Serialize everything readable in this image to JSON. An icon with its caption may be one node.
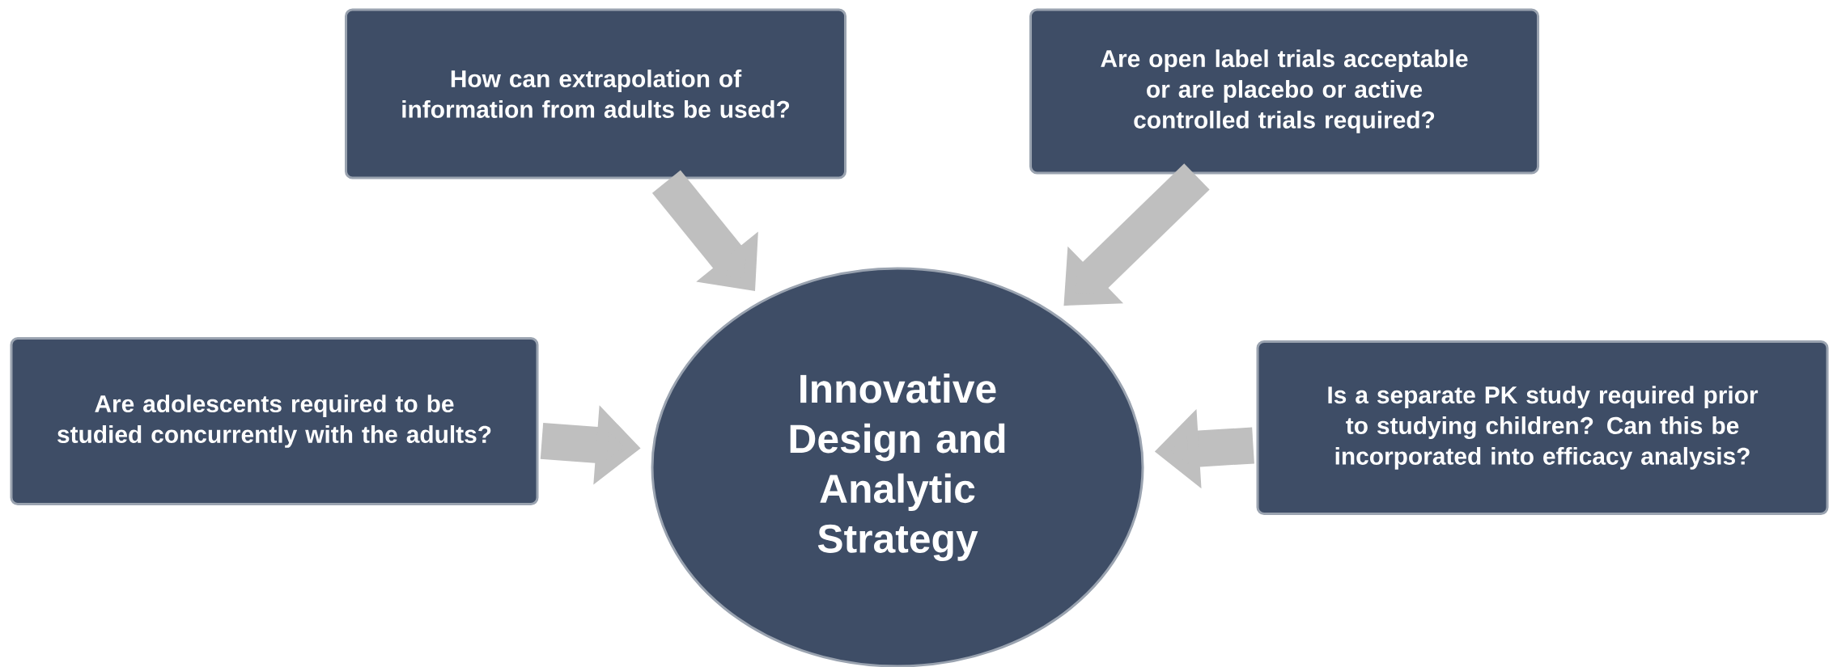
{
  "diagram": {
    "nodes": [
      {
        "text": [
          "How can extrapolation of information from adults be used?"
        ]
      },
      {
        "text": [
          "Are open label trials acceptable or are placebo or active controlled trials required?"
        ]
      },
      {
        "text": [
          "Are adolescents required to be studied concurrently with the adults?"
        ]
      },
      {
        "text": [
          "Innovative Design and Analytic Strategy"
        ]
      },
      {
        "text": [
          "Is a separate PK study required prior to studying children? Can this be incorporated into efficacy analysis?"
        ]
      }
    ],
    "edges": [
      {
        "from": 0,
        "to": 3,
        "arrow": "to"
      },
      {
        "from": 1,
        "to": 3,
        "arrow": "to"
      },
      {
        "from": 2,
        "to": 3,
        "arrow": "to"
      },
      {
        "from": 4,
        "to": 3,
        "arrow": "to"
      }
    ]
  }
}
